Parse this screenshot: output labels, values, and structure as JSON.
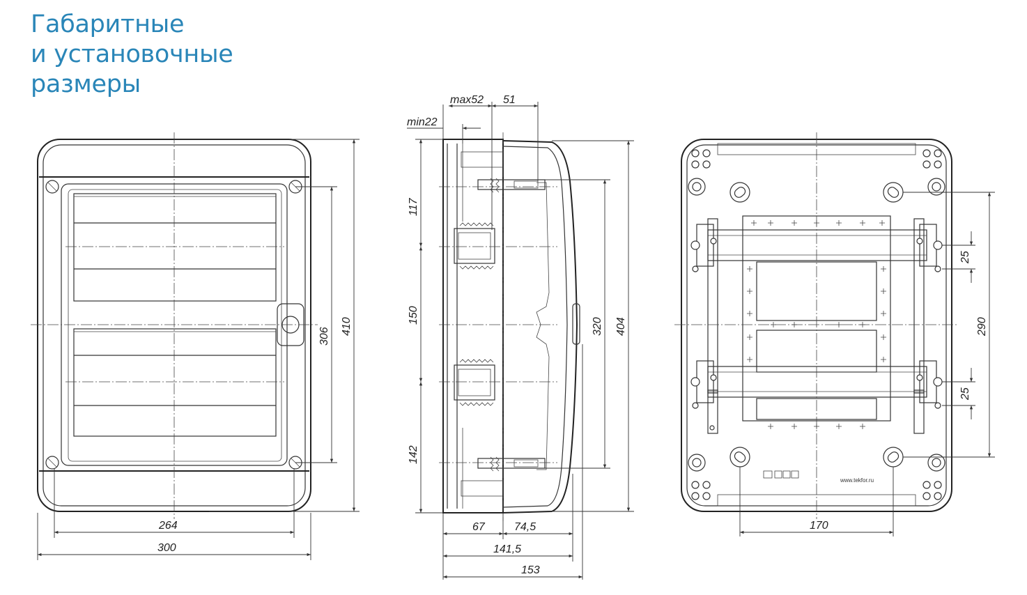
{
  "title": {
    "line1": "Габаритные",
    "line2": "и установочные",
    "line3": "размеры"
  },
  "front_view": {
    "dims": {
      "inner_width": "264",
      "outer_width": "300",
      "inner_height": "306",
      "outer_height": "410"
    }
  },
  "side_view": {
    "dims": {
      "max_depth": "max52",
      "top_offset": "51",
      "min_depth": "min22",
      "section_top": "117",
      "section_mid": "150",
      "section_bottom": "142",
      "height_inner": "320",
      "height_outer": "404",
      "depth_base": "67",
      "depth_front": "74,5",
      "depth_total": "141,5",
      "depth_overall": "153"
    }
  },
  "rear_view": {
    "dims": {
      "mount_width": "170",
      "mount_height": "290",
      "rail_spacing_top": "25",
      "rail_spacing_bottom": "25"
    },
    "website": "www.tekfor.ru"
  }
}
